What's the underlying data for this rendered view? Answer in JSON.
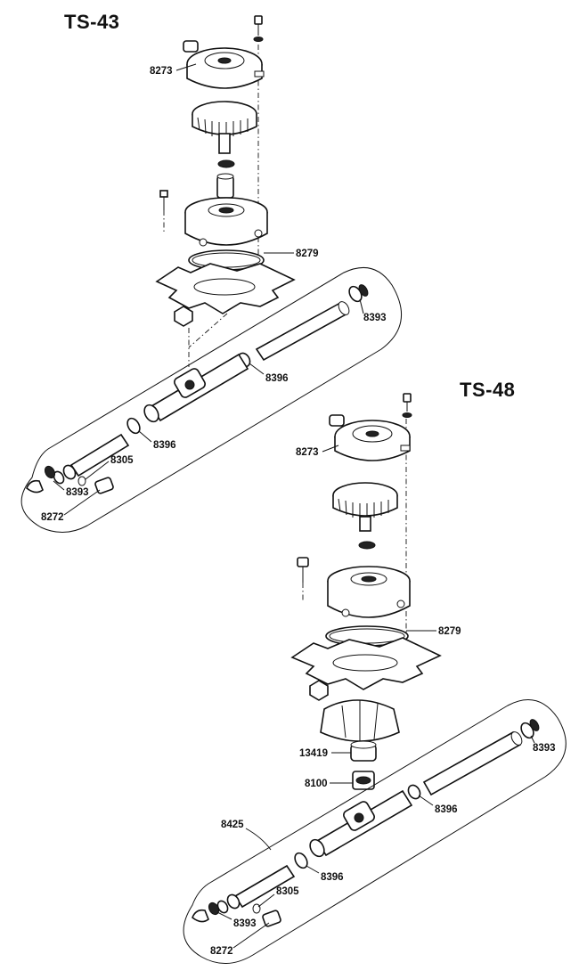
{
  "titles": {
    "top": "TS-43",
    "bottom": "TS-48"
  },
  "ts43": {
    "p8273": "8273",
    "p8279": "8279",
    "p8393a": "8393",
    "p8396a": "8396",
    "p8396b": "8396",
    "p8305": "8305",
    "p8393b": "8393",
    "p8272": "8272"
  },
  "ts48": {
    "p8273": "8273",
    "p8279": "8279",
    "p13419": "13419",
    "p8100": "8100",
    "p8425": "8425",
    "p8393a": "8393",
    "p8396a": "8396",
    "p8396b": "8396",
    "p8305": "8305",
    "p8393b": "8393",
    "p8272": "8272"
  }
}
